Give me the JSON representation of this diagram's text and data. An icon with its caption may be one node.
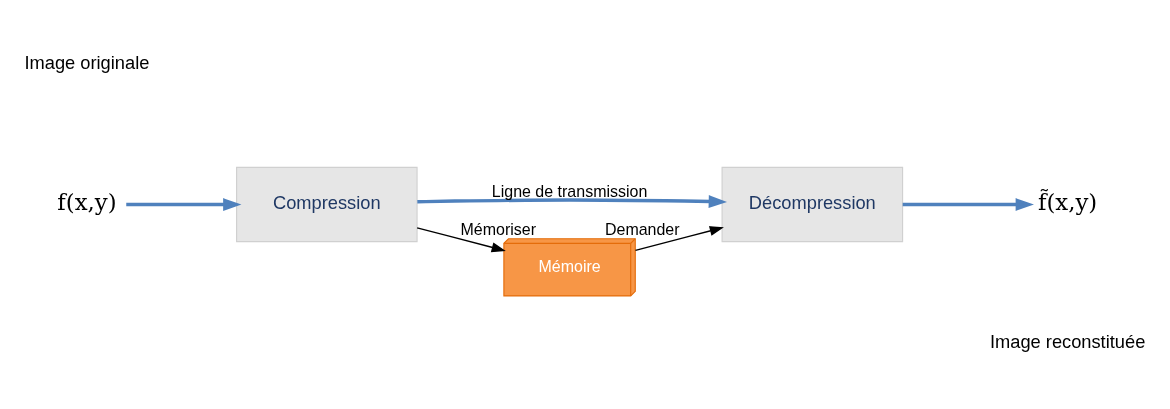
{
  "diagram": {
    "nodes": [
      {
        "text": [
          "f(x,y)"
        ]
      },
      {
        "text": [
          "Compression"
        ]
      },
      {
        "text": [
          "Décompression"
        ]
      },
      {
        "text": [
          "f̃(x,y)"
        ]
      },
      {
        "text": [
          "Mémoire"
        ]
      }
    ],
    "edges": [
      {
        "from": 0,
        "to": 1,
        "arrow": "to"
      },
      {
        "from": 1,
        "to": 2,
        "arrow": "to",
        "label": "Ligne de transmission"
      },
      {
        "from": 2,
        "to": 3,
        "arrow": "to"
      },
      {
        "from": 1,
        "to": 4,
        "arrow": "to",
        "label": "Mémoriser",
        "color": "#000000"
      },
      {
        "from": 4,
        "to": 2,
        "arrow": "to",
        "label": "Demander",
        "color": "#000000"
      }
    ],
    "labels": [
      "Image originale",
      "Image reconstituée"
    ]
  }
}
